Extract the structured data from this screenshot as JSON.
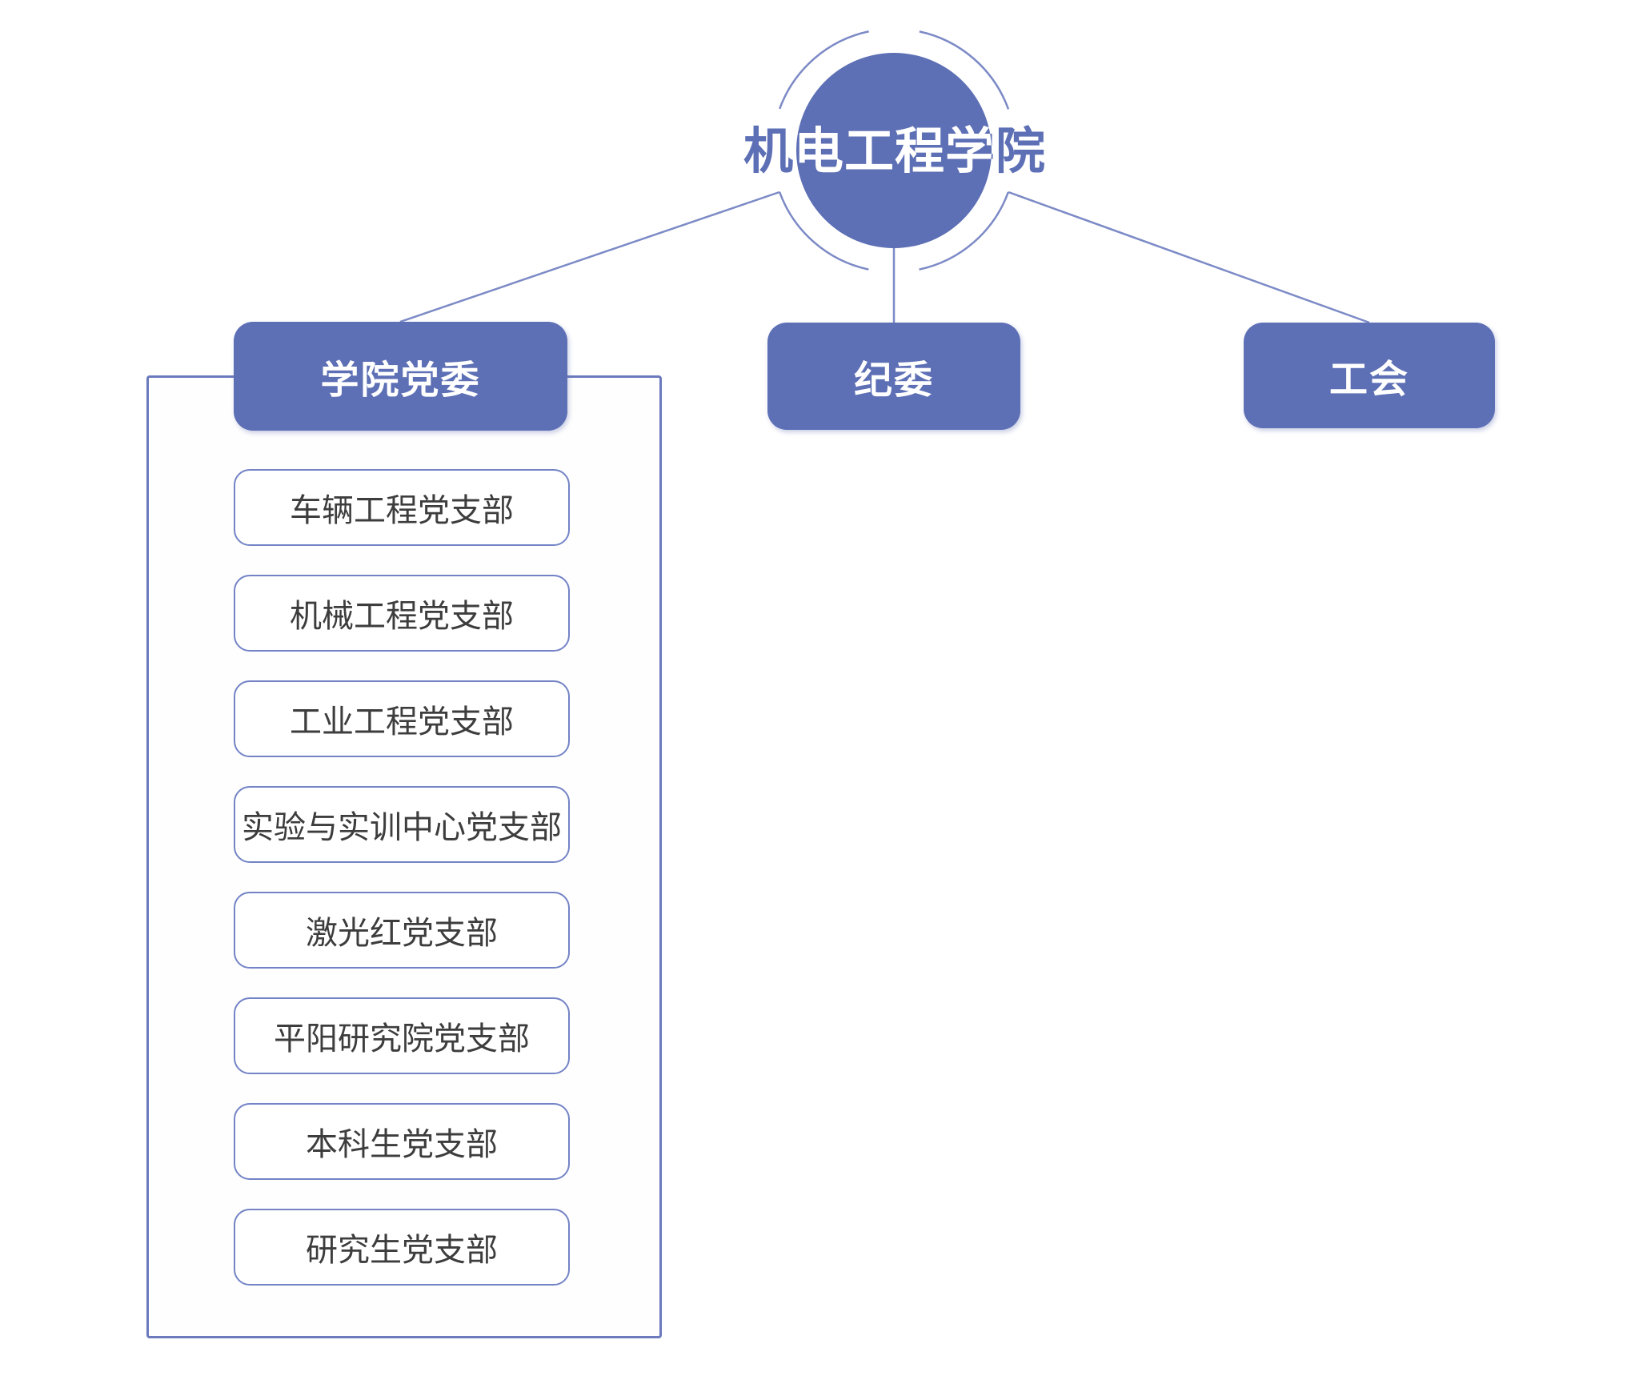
{
  "org_chart": {
    "root": {
      "label": "机电工程学院"
    },
    "level1": [
      {
        "id": "party-committee",
        "label": "学院党委"
      },
      {
        "id": "discipline-committee",
        "label": "纪委"
      },
      {
        "id": "labor-union",
        "label": "工会"
      }
    ],
    "party_branches": [
      {
        "label": "车辆工程党支部"
      },
      {
        "label": "机械工程党支部"
      },
      {
        "label": "工业工程党支部"
      },
      {
        "label": "实验与实训中心党支部"
      },
      {
        "label": "激光红党支部"
      },
      {
        "label": "平阳研究院党支部"
      },
      {
        "label": "本科生党支部"
      },
      {
        "label": "研究生党支部"
      }
    ]
  },
  "colors": {
    "node_fill": "#5d6fb5",
    "node_text": "#ffffff",
    "connector": "#7c8ac6",
    "container_border": "#6b7abc",
    "sub_box_border": "#7383c6",
    "sub_box_text": "#3d3d3d",
    "background": "#ffffff"
  }
}
